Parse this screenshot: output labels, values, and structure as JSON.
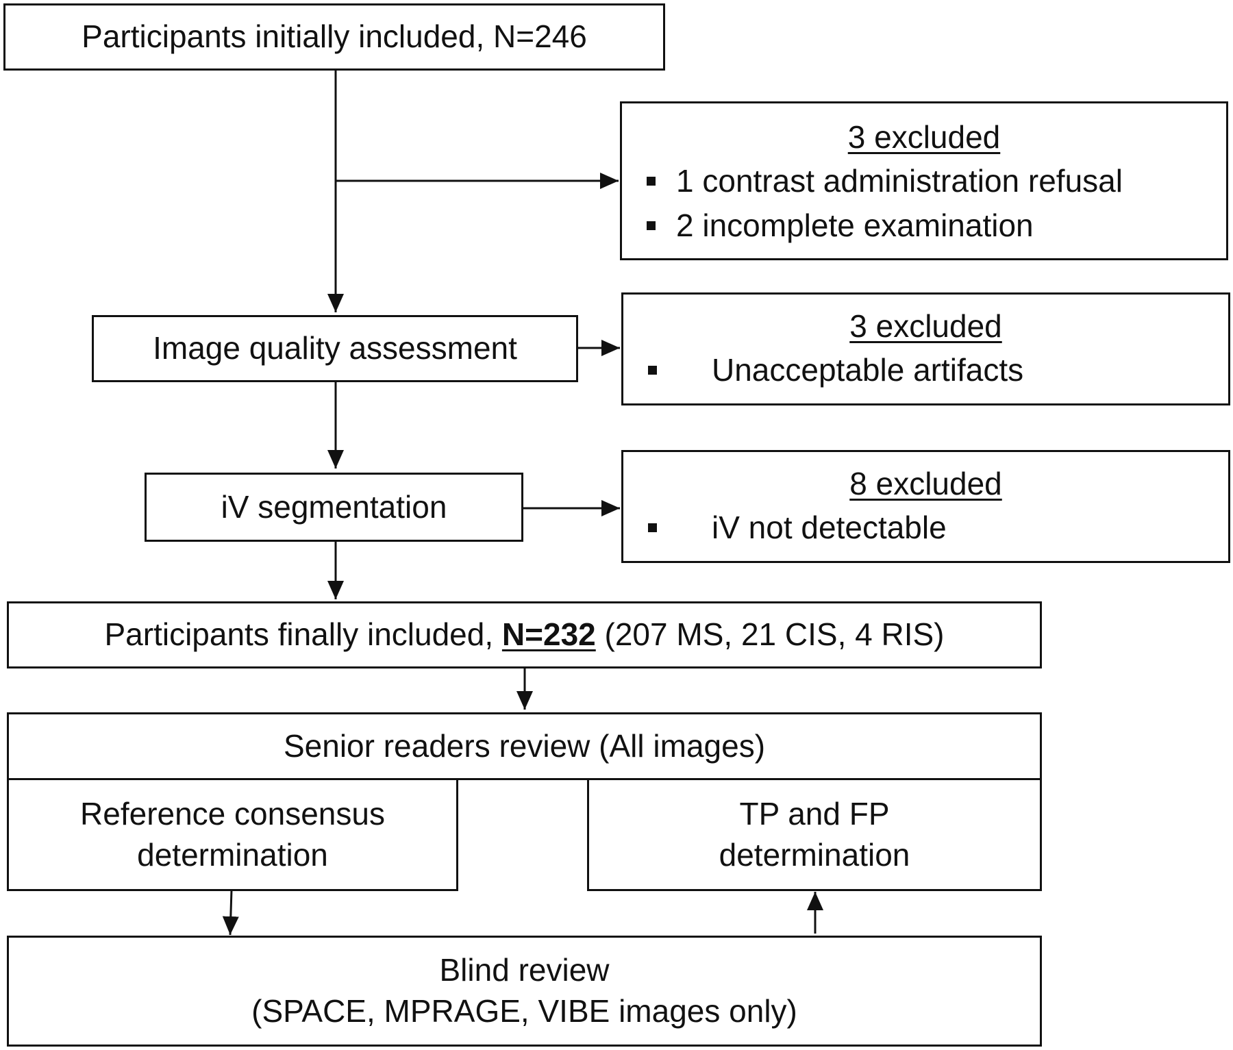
{
  "boxes": {
    "initial": "Participants initially included, N=246",
    "quality": "Image quality assessment",
    "segmentation": "iV segmentation",
    "final_prefix": "Participants finally included, ",
    "final_n": "N=232",
    "final_suffix": " (207 MS, 21 CIS, 4 RIS)",
    "senior": "Senior readers review (All images)",
    "reference_line1": "Reference consensus",
    "reference_line2": "determination",
    "tpfp_line1": "TP and FP",
    "tpfp_line2": "determination",
    "blind_line1": "Blind review",
    "blind_line2": "(SPACE, MPRAGE, VIBE images only)"
  },
  "exclusions": [
    {
      "title": "3 excluded",
      "items": [
        "1 contrast administration refusal",
        "2 incomplete examination"
      ]
    },
    {
      "title": "3 excluded",
      "items": [
        "Unacceptable artifacts"
      ]
    },
    {
      "title": "8 excluded",
      "items": [
        "iV not detectable"
      ]
    }
  ]
}
